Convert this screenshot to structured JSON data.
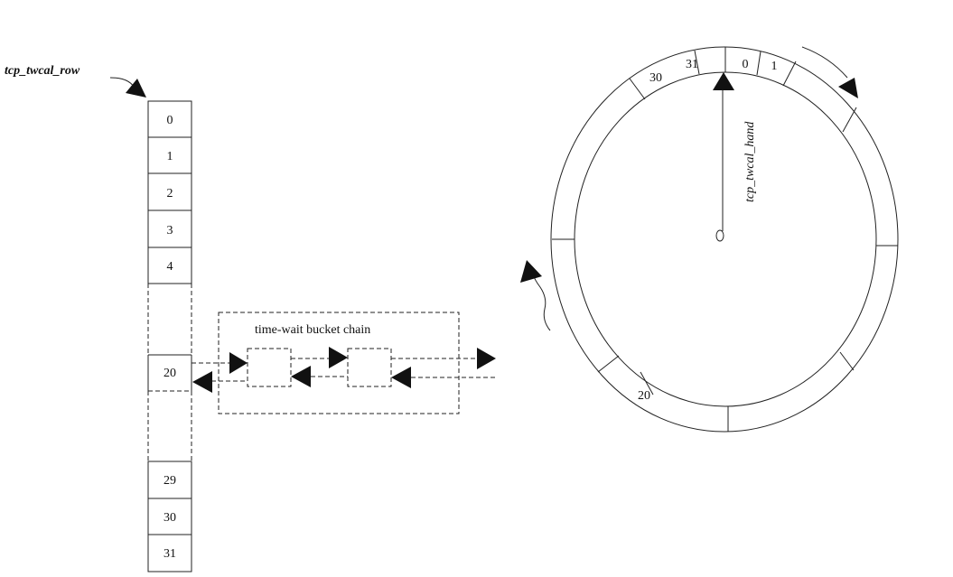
{
  "row_array": {
    "title": "tcp_twcal_row",
    "top_slots": [
      "0",
      "1",
      "2",
      "3",
      "4"
    ],
    "middle_slot": "20",
    "bottom_slots": [
      "29",
      "30",
      "31"
    ]
  },
  "bucket_chain": {
    "title": "time-wait bucket chain"
  },
  "wheel": {
    "hand_label": "tcp_twcal_hand",
    "slot_labels": {
      "s0": "0",
      "s1": "1",
      "s30": "30",
      "s31": "31",
      "s20": "20"
    }
  }
}
